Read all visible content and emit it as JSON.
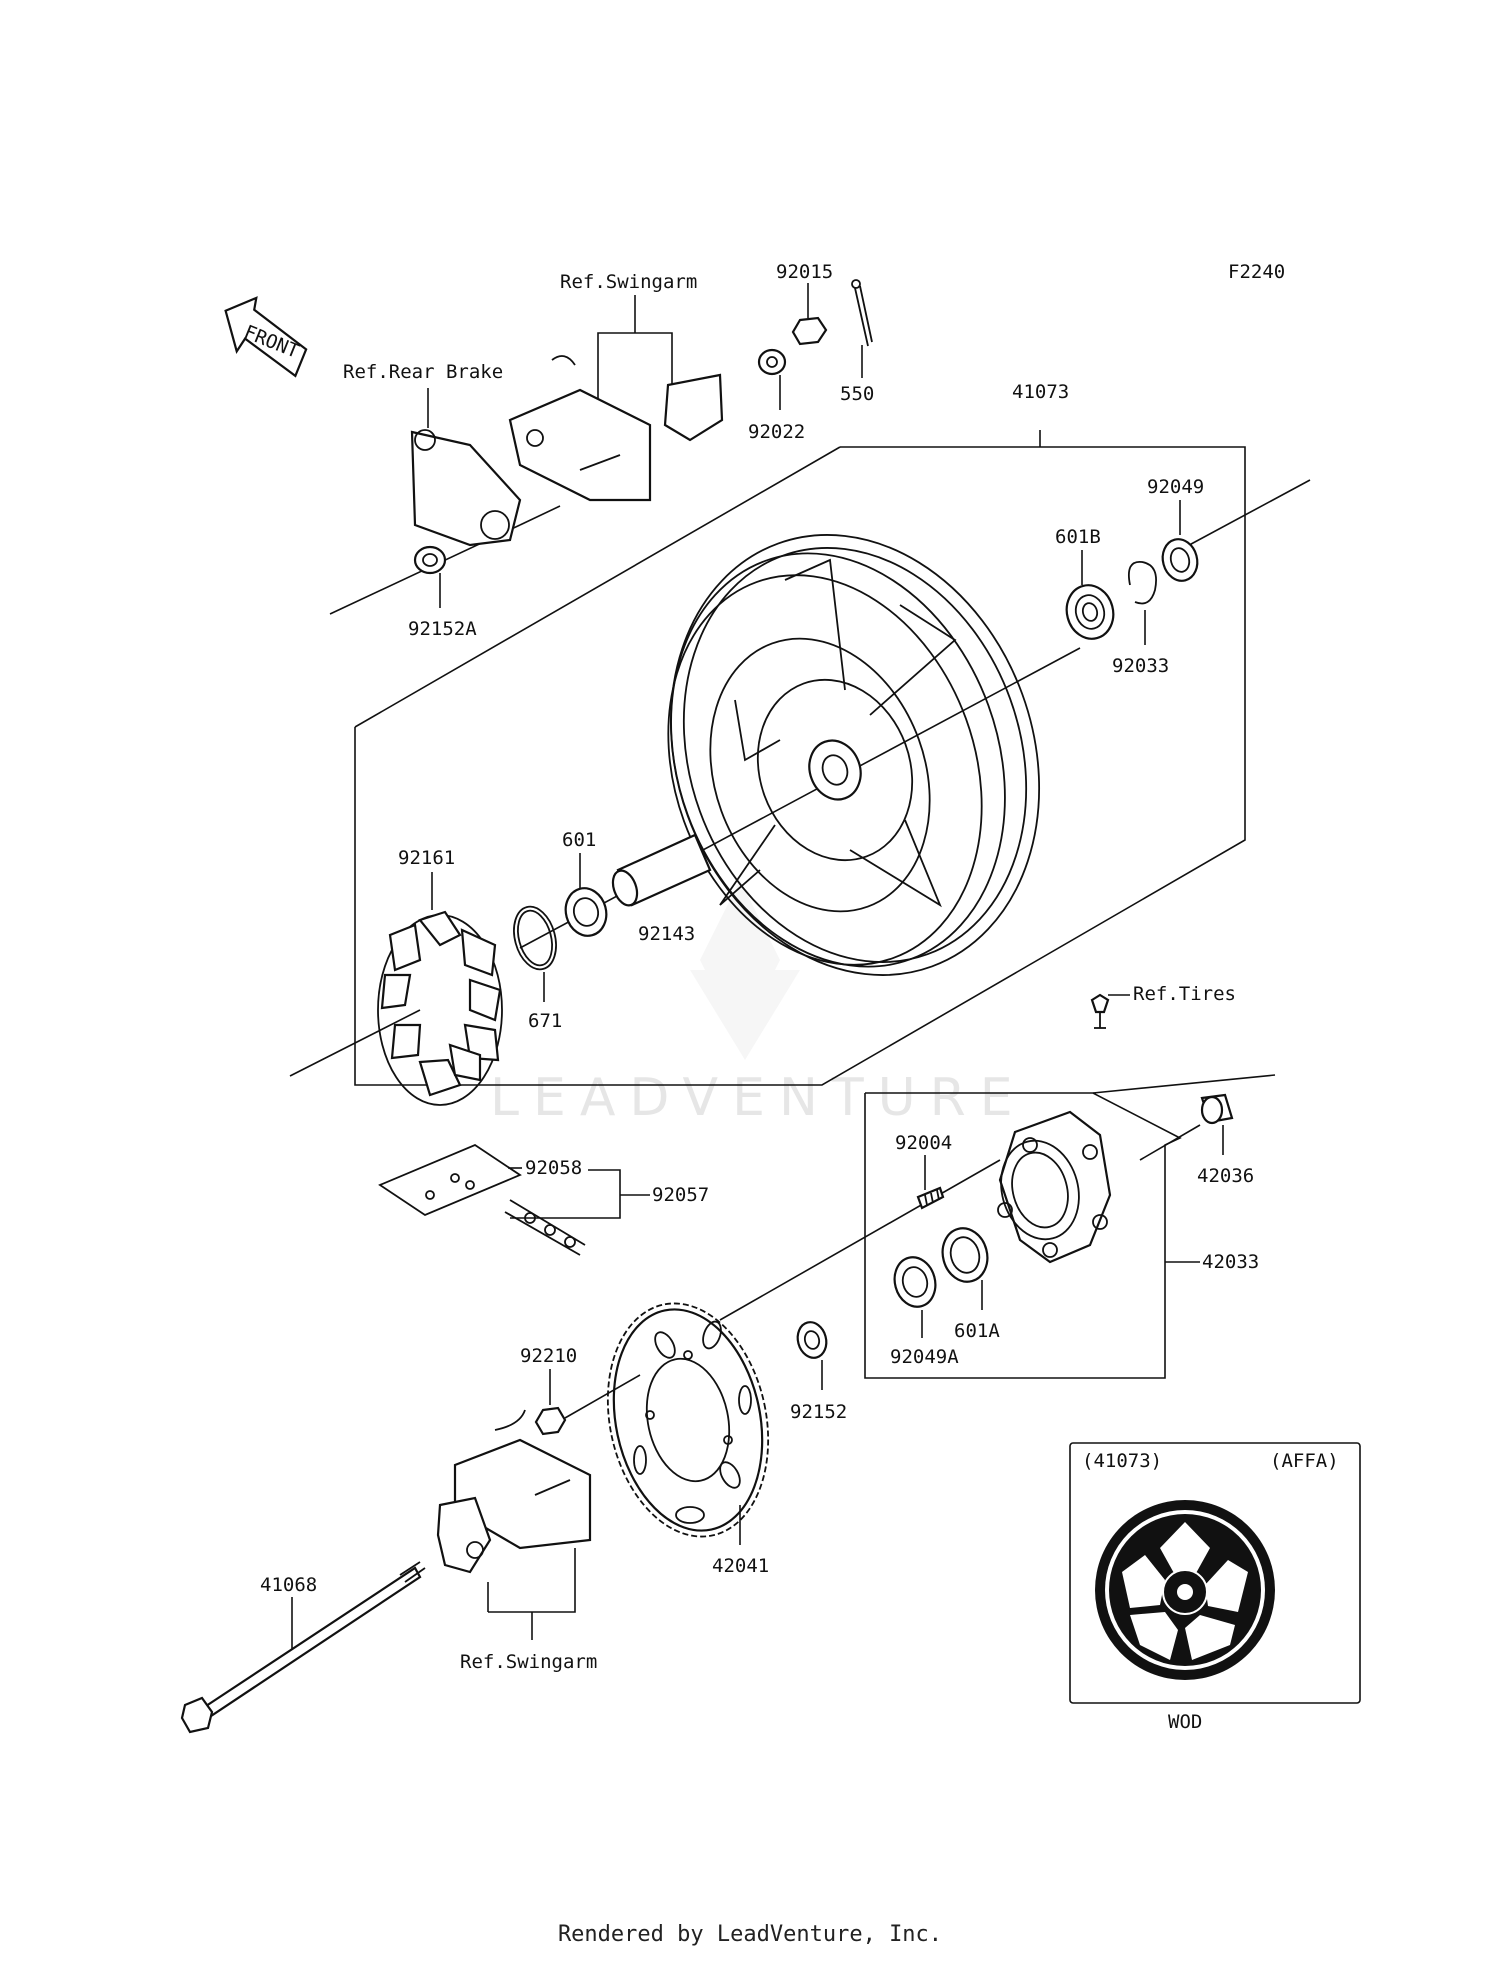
{
  "diagram": {
    "code": "F2240",
    "front_label": "FRONT",
    "refs": {
      "swingarm_top": "Ref.Swingarm",
      "rear_brake": "Ref.Rear Brake",
      "tires": "Ref.Tires",
      "swingarm_bottom": "Ref.Swingarm"
    },
    "parts": {
      "p92015": "92015",
      "p550": "550",
      "p92022": "92022",
      "p41073": "41073",
      "p92049": "92049",
      "p601B": "601B",
      "p92033": "92033",
      "p92152A": "92152A",
      "p92161": "92161",
      "p601": "601",
      "p92143": "92143",
      "p671": "671",
      "p92058": "92058",
      "p92057": "92057",
      "p92004": "92004",
      "p42036": "42036",
      "p42033": "42033",
      "p601A": "601A",
      "p92049A": "92049A",
      "p92210": "92210",
      "p92152": "92152",
      "p42041": "42041",
      "p41068": "41068"
    },
    "inset": {
      "part_ref": "(41073)",
      "color_code": "(AFFA)",
      "caption": "WOD"
    },
    "watermark": "LEADVENTURE"
  },
  "footer": {
    "text": "Rendered by LeadVenture, Inc."
  }
}
